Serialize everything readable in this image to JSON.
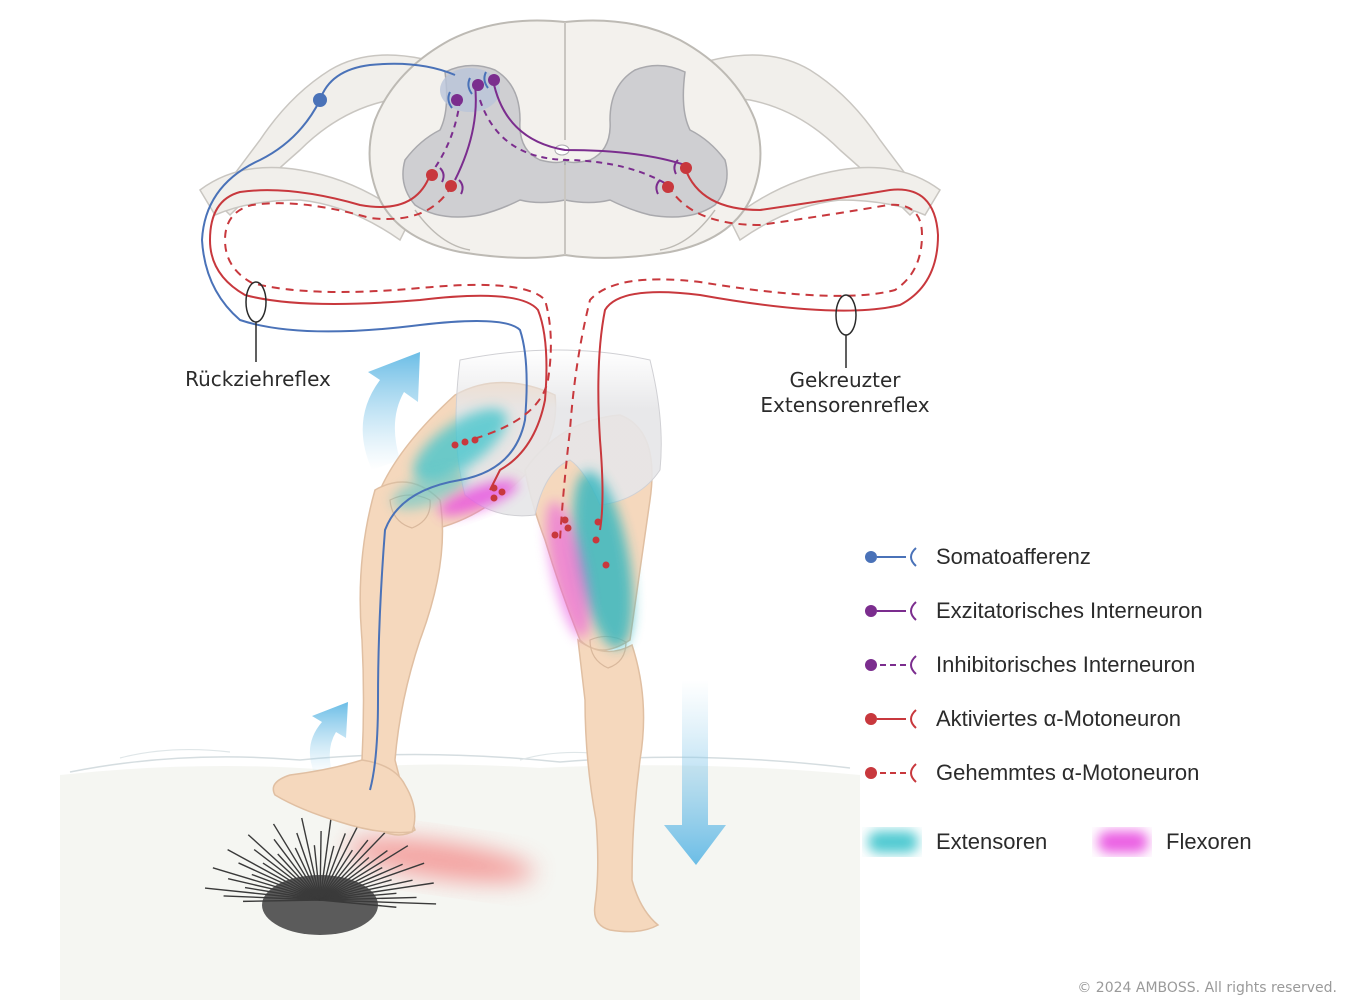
{
  "callouts": {
    "withdrawal": "Rückziehreflex",
    "crossed_line1": "Gekreuzter",
    "crossed_line2": "Extensorenreflex"
  },
  "legend": {
    "neurons": [
      {
        "label": "Somatoafferenz",
        "color": "#4a72b8",
        "style": "solid"
      },
      {
        "label": "Exzitatorisches Interneuron",
        "color": "#7b2d8e",
        "style": "solid"
      },
      {
        "label": "Inhibitorisches Interneuron",
        "color": "#7b2d8e",
        "style": "dashed"
      },
      {
        "label": "Aktiviertes α-Motoneuron",
        "color": "#c8383d",
        "style": "solid"
      },
      {
        "label": "Gehemmtes α-Motoneuron",
        "color": "#c8383d",
        "style": "dashed"
      }
    ],
    "muscles": [
      {
        "label": "Extensoren",
        "color": "#3cc4cc"
      },
      {
        "label": "Flexoren",
        "color": "#e84de0"
      }
    ]
  },
  "copyright": "© 2024 AMBOSS. All rights reserved."
}
